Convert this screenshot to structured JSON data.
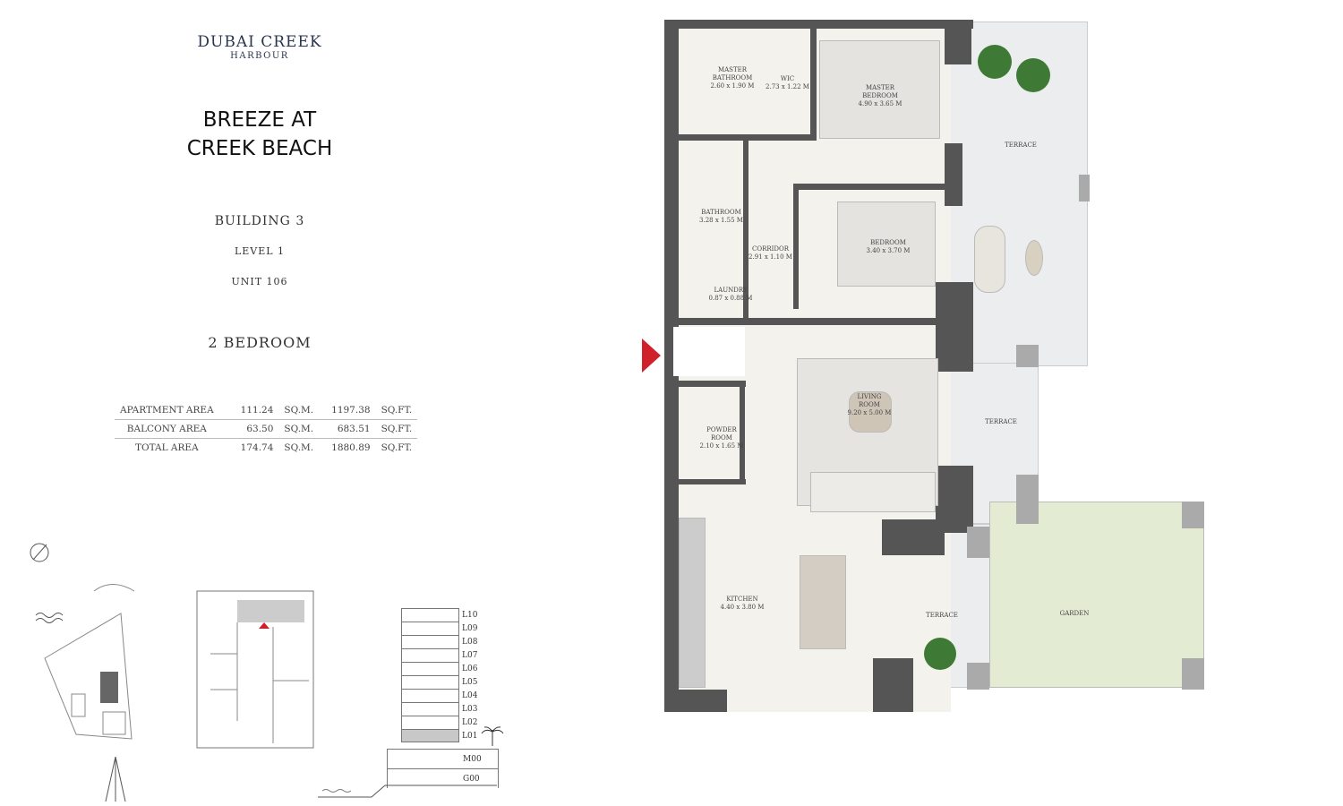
{
  "brand": {
    "name": "DUBAI CREEK",
    "sub": "HARBOUR"
  },
  "project": {
    "line1": "BREEZE AT",
    "line2": "CREEK BEACH"
  },
  "building": "BUILDING 3",
  "level": "LEVEL 1",
  "unit": "UNIT 106",
  "type": "2 BEDROOM",
  "areas": [
    {
      "label": "APARTMENT AREA",
      "sqm": "111.24",
      "sqm_unit": "SQ.M.",
      "sqft": "1197.38",
      "sqft_unit": "SQ.FT."
    },
    {
      "label": "BALCONY AREA",
      "sqm": "63.50",
      "sqm_unit": "SQ.M.",
      "sqft": "683.51",
      "sqft_unit": "SQ.FT."
    },
    {
      "label": "TOTAL AREA",
      "sqm": "174.74",
      "sqm_unit": "SQ.M.",
      "sqft": "1880.89",
      "sqft_unit": "SQ.FT."
    }
  ],
  "rooms": {
    "master_bath": {
      "name": "MASTER BATHROOM",
      "dim": "2.60 x 1.90 M"
    },
    "wic": {
      "name": "WIC",
      "dim": "2.73 x 1.22 M"
    },
    "master_bed": {
      "name": "MASTER BEDROOM",
      "dim": "4.90 x 3.65 M"
    },
    "bathroom": {
      "name": "BATHROOM",
      "dim": "3.28 x 1.55 M"
    },
    "corridor": {
      "name": "CORRIDOR",
      "dim": "2.91 x 1.10 M"
    },
    "bedroom": {
      "name": "BEDROOM",
      "dim": "3.40 x 3.70 M"
    },
    "laundry": {
      "name": "LAUNDRY",
      "dim": "0.87 x 0.88 M"
    },
    "living": {
      "name": "LIVING ROOM",
      "dim": "9.20 x 5.00 M"
    },
    "powder": {
      "name": "POWDER ROOM",
      "dim": "2.10 x 1.65 M"
    },
    "kitchen": {
      "name": "KITCHEN",
      "dim": "4.40 x 3.80 M"
    },
    "terrace1": {
      "name": "TERRACE"
    },
    "terrace2": {
      "name": "TERRACE"
    },
    "terrace3": {
      "name": "TERRACE"
    },
    "garden": {
      "name": "GARDEN"
    }
  },
  "levels": [
    "L10",
    "L09",
    "L08",
    "L07",
    "L06",
    "L05",
    "L04",
    "L03",
    "L02",
    "L01",
    "M00",
    "G00"
  ],
  "current_level": "L01",
  "colors": {
    "wall": "#555555",
    "entry": "#d0202a",
    "garden": "#e3ebd3",
    "highlight": "#c8c8c8"
  }
}
